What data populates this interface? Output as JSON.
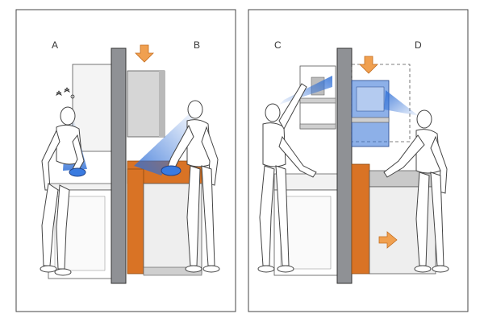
{
  "panels": [
    {
      "label": "A"
    },
    {
      "label": "B"
    },
    {
      "label": "C"
    },
    {
      "label": "D"
    }
  ],
  "colors": {
    "wall": "#8f9195",
    "counter_orange": "#d97325",
    "counter_orange_dark": "#b85e18",
    "cabinet_grey": "#d6d6d6",
    "cabinet_dark": "#b9b9b9",
    "vision_blue": "#2f6fd6",
    "arrow_orange": "#f0a050",
    "outline": "#444444"
  },
  "icons": {
    "down_arrow": "down-arrow-icon",
    "right_arrow": "right-arrow-icon",
    "stars": "dizzy-stars-icon"
  }
}
